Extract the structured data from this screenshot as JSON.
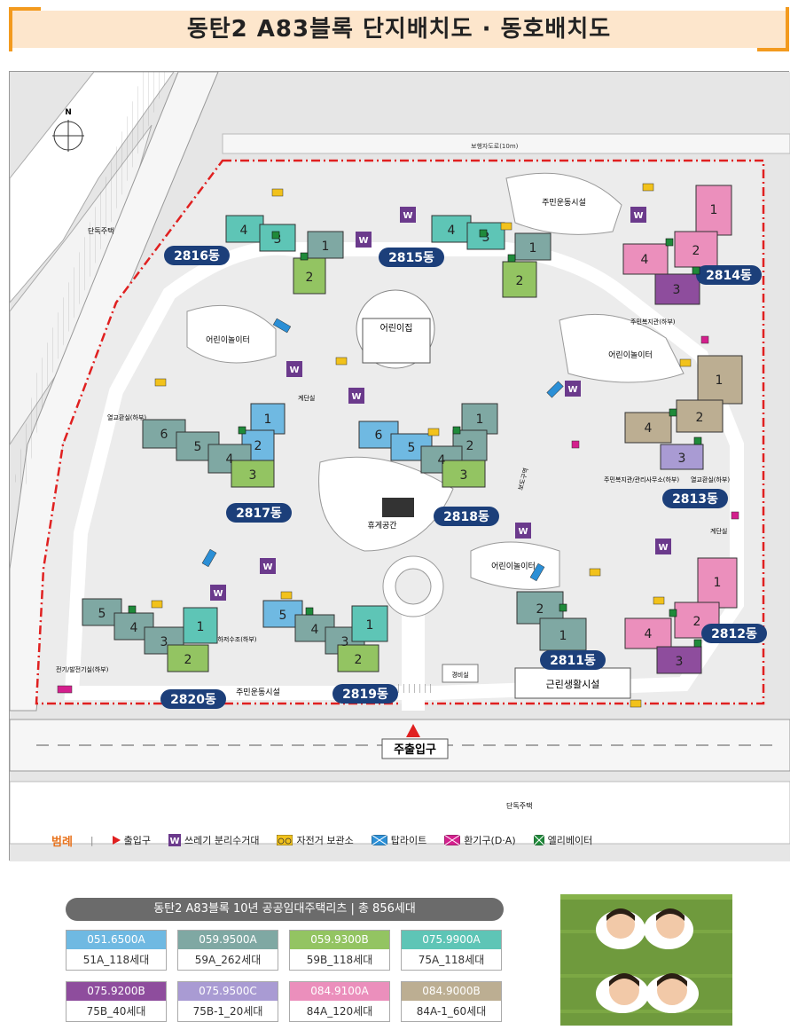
{
  "title": "동탄2 A83블록 단지배치도 · 동호배치도",
  "map": {
    "north": "N",
    "labels": {
      "sidewalk": "보행자도로(10m)",
      "house_left": "단독주택",
      "house_bottom": "단독주택",
      "main_entrance": "주출입구",
      "resident_gym_top": "주민운동시설",
      "resident_gym_bottom": "주민운동시설",
      "daycare": "어린이집",
      "playground_nw": "어린이놀이터",
      "playground_ne": "어린이놀이터",
      "playground_s": "어린이놀이터",
      "rest_area": "휴게공간",
      "neighborhood_facility": "근린생활시설",
      "security": "경비실",
      "stairs_1": "계단실",
      "stairs_2": "계단실",
      "heat_exchange": "열교환실(하부)",
      "heat_exchange_2": "열교환실(하부)",
      "electric_room": "전기/발전기실(하부)",
      "underground_tank": "지하저수조(하부)",
      "welfare_center": "주민복지관(하부)",
      "welfare_mgmt": "주민복지관/관리사무소(하부)",
      "drop_zone": "보도구역"
    },
    "buildings": [
      {
        "dong": "2816동",
        "cells": [
          "4",
          "3",
          "1",
          "2"
        ]
      },
      {
        "dong": "2815동",
        "cells": [
          "4",
          "3",
          "1",
          "2"
        ]
      },
      {
        "dong": "2814동",
        "cells": [
          "1",
          "2",
          "4",
          "3"
        ]
      },
      {
        "dong": "2813동",
        "cells": [
          "1",
          "2",
          "4",
          "3"
        ]
      },
      {
        "dong": "2817동",
        "cells": [
          "1",
          "2",
          "6",
          "5",
          "4",
          "3"
        ]
      },
      {
        "dong": "2818동",
        "cells": [
          "1",
          "2",
          "6",
          "5",
          "4",
          "3"
        ]
      },
      {
        "dong": "2812동",
        "cells": [
          "1",
          "2",
          "4",
          "3"
        ]
      },
      {
        "dong": "2811동",
        "cells": [
          "2",
          "1"
        ]
      },
      {
        "dong": "2820동",
        "cells": [
          "5",
          "4",
          "3",
          "1",
          "2"
        ]
      },
      {
        "dong": "2819동",
        "cells": [
          "5",
          "4",
          "3",
          "1",
          "2"
        ]
      }
    ],
    "waste_marker": "W"
  },
  "legend": {
    "title": "범례",
    "separator": "|",
    "items": [
      {
        "label": "출입구",
        "icon": "entrance-triangle-icon"
      },
      {
        "label": "쓰레기 분리수거대",
        "icon": "waste-w-icon"
      },
      {
        "label": "자전거 보관소",
        "icon": "bicycle-icon"
      },
      {
        "label": "탑라이트",
        "icon": "toplight-icon"
      },
      {
        "label": "환기구(D·A)",
        "icon": "vent-icon"
      },
      {
        "label": "엘리베이터",
        "icon": "elevator-icon"
      }
    ]
  },
  "summary": {
    "title": "동탄2 A83블록 10년 공공임대주택리츠 | 총 856세대",
    "units": [
      {
        "code": "051.6500A",
        "desc": "51A_118세대",
        "color": "#6fb9e2"
      },
      {
        "code": "059.9500A",
        "desc": "59A_262세대",
        "color": "#7fa8a3"
      },
      {
        "code": "059.9300B",
        "desc": "59B_118세대",
        "color": "#93c462"
      },
      {
        "code": "075.9900A",
        "desc": "75A_118세대",
        "color": "#5ec5b6"
      },
      {
        "code": "075.9200B",
        "desc": "75B_40세대",
        "color": "#8e4d9d"
      },
      {
        "code": "075.9500C",
        "desc": "75B-1_20세대",
        "color": "#a99bd3"
      },
      {
        "code": "084.9100A",
        "desc": "84A_120세대",
        "color": "#eb8fbc"
      },
      {
        "code": "084.9000B",
        "desc": "84A-1_60세대",
        "color": "#bcae92"
      }
    ]
  },
  "colors": {
    "accent": "#f39a1e",
    "dong_label": "#1c3f7a",
    "boundary": "#e02020"
  }
}
